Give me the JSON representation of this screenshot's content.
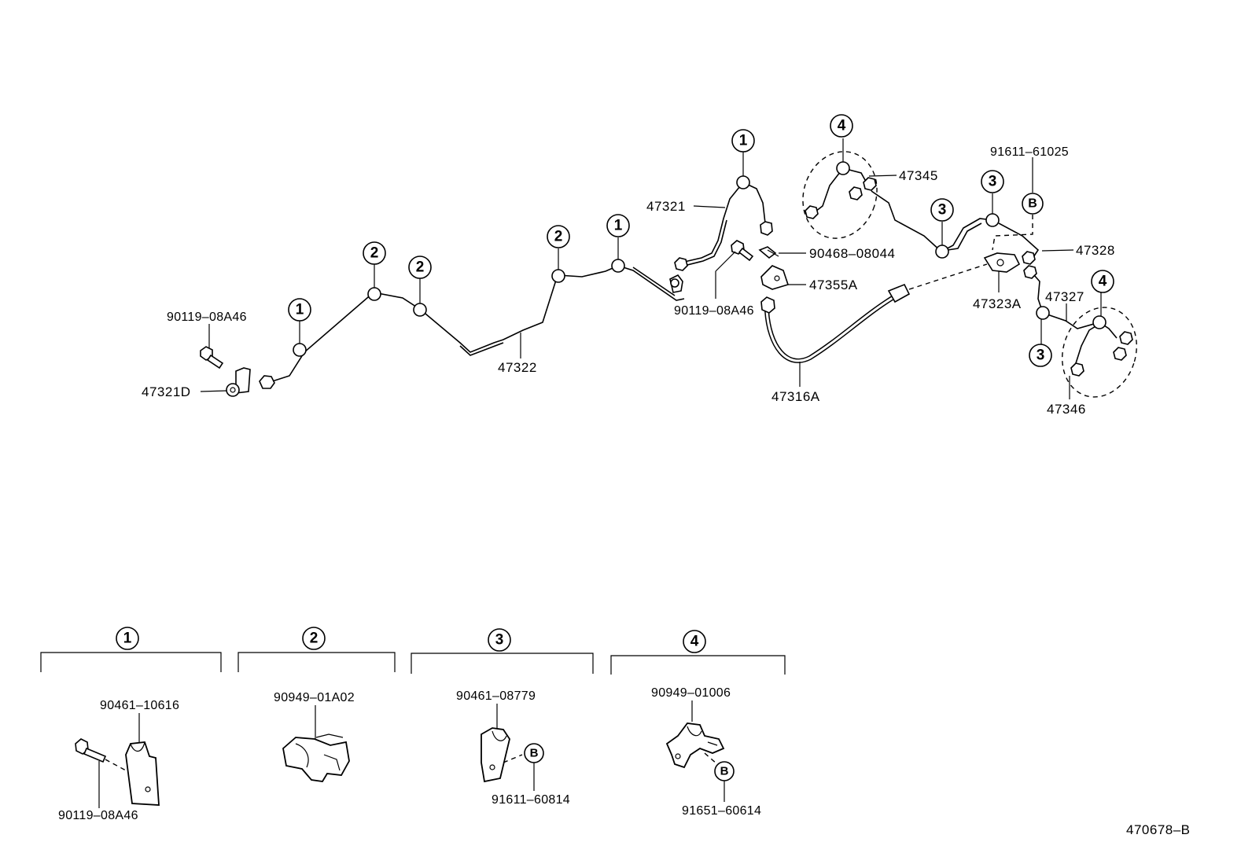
{
  "labels": {
    "p90119_08A46_left": "90119–08A46",
    "p47321D": "47321D",
    "p47322": "47322",
    "p47321": "47321",
    "p90468_08044": "90468–08044",
    "p47355A": "47355A",
    "p90119_08A46_mid": "90119–08A46",
    "p47316A": "47316A",
    "p47345": "47345",
    "p91611_61025": "91611–61025",
    "p47328": "47328",
    "p47323A": "47323A",
    "p47327": "47327",
    "p47346": "47346"
  },
  "callouts": {
    "c1": "1",
    "c2": "2",
    "c3": "3",
    "c4": "4",
    "b": "B"
  },
  "legend": {
    "g1": {
      "number": "1",
      "part_a": "90461–10616",
      "part_b": "90119–08A46"
    },
    "g2": {
      "number": "2",
      "part_a": "90949–01A02"
    },
    "g3": {
      "number": "3",
      "part_a": "90461–08779",
      "part_b": "91611–60814",
      "ref": "B"
    },
    "g4": {
      "number": "4",
      "part_a": "90949–01006",
      "part_b": "91651–60614",
      "ref": "B"
    }
  },
  "diagram_code": "470678–B"
}
